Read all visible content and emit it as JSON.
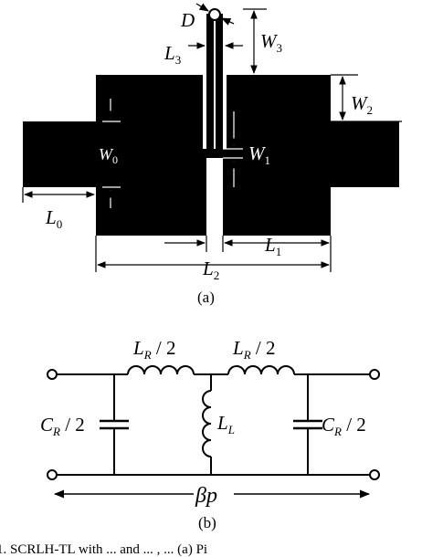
{
  "figure_a": {
    "labels": {
      "D": "D",
      "W3": "W",
      "W3_sub": "3",
      "L3": "L",
      "L3_sub": "3",
      "W2": "W",
      "W2_sub": "2",
      "W0": "W",
      "W0_sub": "0",
      "W1": "W",
      "W1_sub": "1",
      "L0": "L",
      "L0_sub": "0",
      "L1": "L",
      "L1_sub": "1",
      "L2": "L",
      "L2_sub": "2"
    },
    "caption": "(a)"
  },
  "figure_b": {
    "labels": {
      "LR_left": "L",
      "LR_left_sub": "R",
      "LR_left_tail": " / 2",
      "LR_right": "L",
      "LR_right_sub": "R",
      "LR_right_tail": " / 2",
      "LL": "L",
      "LL_sub": "L",
      "CR_left": "C",
      "CR_left_sub": "R",
      "CR_left_tail": " / 2",
      "CR_right": "C",
      "CR_right_sub": "R",
      "CR_right_tail": " / 2",
      "beta_p": "βp"
    },
    "caption": "(b)"
  },
  "bottom_caption": "1.   SCRLH-TL with ... and ... , ... (a) Pi"
}
